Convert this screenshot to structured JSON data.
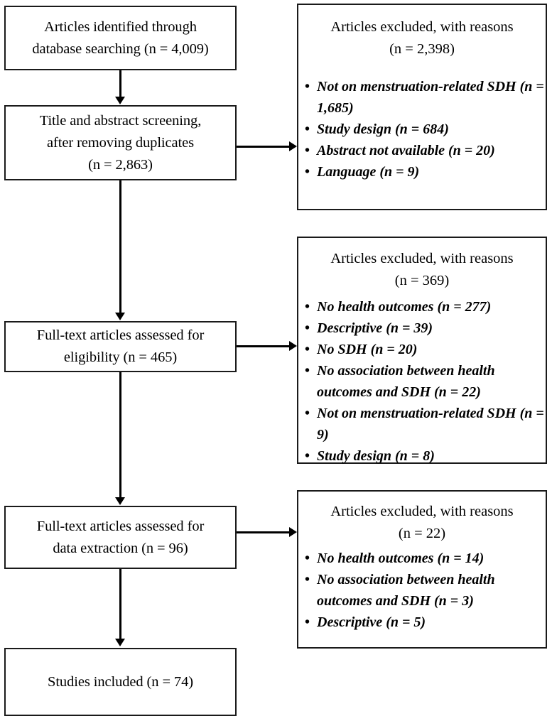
{
  "diagram": {
    "type": "prisma-flow-diagram",
    "title": "PRISMA study selection flow diagram",
    "colors": {
      "border": "#1a1a1a",
      "connector": "#000000",
      "background": "#ffffff",
      "text": "#000000"
    }
  },
  "flow_boxes": [
    {
      "id": "identification",
      "lines": [
        "Articles identified through",
        "database searching (n = 4,009)"
      ],
      "n": 4009
    },
    {
      "id": "screening",
      "lines": [
        "Title and abstract screening,",
        "after removing duplicates",
        "(n = 2,863)"
      ],
      "n": 2863
    },
    {
      "id": "eligibility",
      "lines": [
        "Full-text articles assessed for",
        "eligibility (n = 465)"
      ],
      "n": 465
    },
    {
      "id": "data-extraction",
      "lines": [
        "Full-text articles assessed for",
        "data extraction (n = 96)"
      ],
      "n": 96
    },
    {
      "id": "included",
      "lines": [
        "Studies included (n = 74)"
      ],
      "n": 74
    }
  ],
  "exclusion_boxes": [
    {
      "id": "excluded-screening",
      "header_lines": [
        "Articles excluded, with reasons",
        "(n = 2,398)"
      ],
      "n": 2398,
      "reasons": [
        {
          "text": "Not on menstruation-related SDH (n = 1,685)",
          "n": 1685
        },
        {
          "text": "Study design (n = 684)",
          "n": 684
        },
        {
          "text": "Abstract not available (n = 20)",
          "n": 20
        },
        {
          "text": "Language (n = 9)",
          "n": 9
        }
      ]
    },
    {
      "id": "excluded-eligibility",
      "header_lines": [
        "Articles excluded, with reasons",
        "(n = 369)"
      ],
      "n": 369,
      "reasons": [
        {
          "text": "No health outcomes (n = 277)",
          "n": 277
        },
        {
          "text": "Descriptive (n = 39)",
          "n": 39
        },
        {
          "text": "No SDH (n = 20)",
          "n": 20
        },
        {
          "text": "No association between health outcomes and SDH (n = 22)",
          "n": 22
        },
        {
          "text": "Not on menstruation-related SDH (n = 9)",
          "n": 9
        },
        {
          "text": "Study design (n = 8)",
          "n": 8
        }
      ]
    },
    {
      "id": "excluded-extraction",
      "header_lines": [
        "Articles excluded, with reasons",
        "(n = 22)"
      ],
      "n": 22,
      "reasons": [
        {
          "text": "No health outcomes (n = 14)",
          "n": 14
        },
        {
          "text": "No association between health outcomes and SDH (n = 3)",
          "n": 3
        },
        {
          "text": "Descriptive (n = 5)",
          "n": 5
        }
      ]
    }
  ],
  "bullet_glyph": "•"
}
